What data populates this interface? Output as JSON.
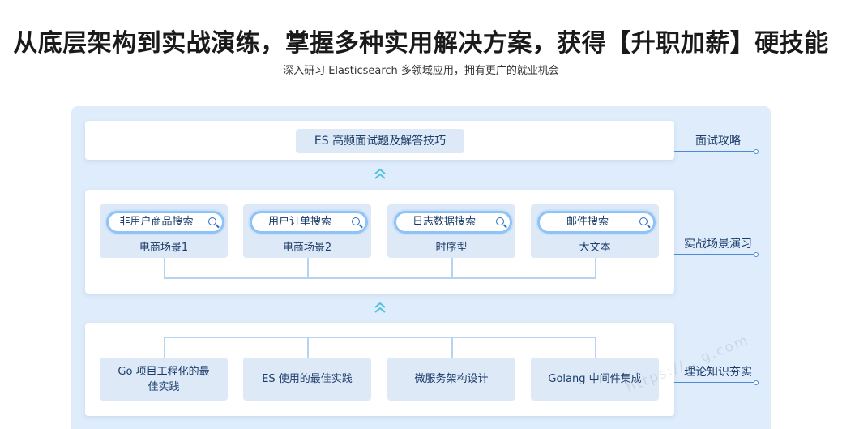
{
  "header": {
    "title": "从底层架构到实战演练，掌握多种实用解决方案，获得【升职加薪】硬技能",
    "subtitle": "深入研习 Elasticsearch 多领域应用，拥有更广的就业机会"
  },
  "layers": {
    "interview": {
      "item": "ES 高频面试题及解答技巧",
      "side_label": "面试攻略"
    },
    "practice": {
      "side_label": "实战场景演习",
      "cards": [
        {
          "search": "非用户商品搜索",
          "caption": "电商场景1"
        },
        {
          "search": "用户订单搜索",
          "caption": "电商场景2"
        },
        {
          "search": "日志数据搜索",
          "caption": "时序型"
        },
        {
          "search": "邮件搜索",
          "caption": "大文本"
        }
      ]
    },
    "theory": {
      "side_label": "理论知识夯实",
      "cards": [
        {
          "text": "Go 项目工程化的最佳实践"
        },
        {
          "text": "ES 使用的最佳实践"
        },
        {
          "text": "微服务架构设计"
        },
        {
          "text": "Golang 中间件集成"
        }
      ]
    }
  },
  "watermark": "https://...g.com",
  "colors": {
    "panel": "#deecfb",
    "card": "#dde9f7",
    "accent": "#4a8ad8",
    "chevron": "#4fc3d9"
  },
  "icons": {
    "search": "search-icon",
    "up_arrow": "double-chevron-up-icon"
  }
}
